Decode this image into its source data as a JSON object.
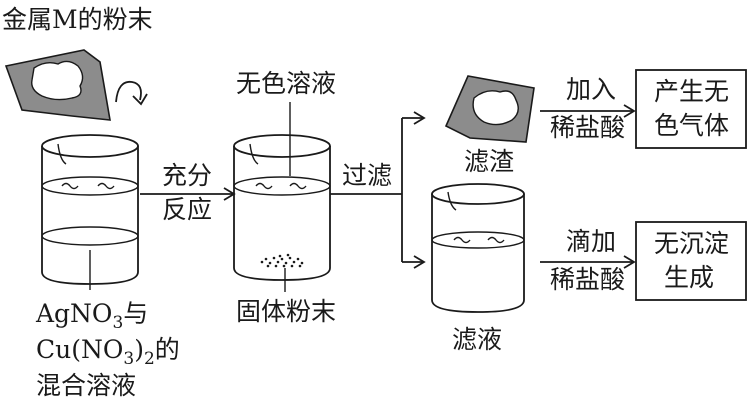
{
  "labels": {
    "metal_powder": "金属M的粉末",
    "full_reaction_line1": "充分",
    "full_reaction_line2": "反应",
    "colorless_solution": "无色溶液",
    "solid_powder": "固体粉末",
    "filtration": "过滤",
    "residue": "滤渣",
    "filtrate": "滤液",
    "add": "加入",
    "dilute_hcl_1": "稀盐酸",
    "gas_line1": "产生无",
    "gas_line2": "色气体",
    "drop_add": "滴加",
    "dilute_hcl_2": "稀盐酸",
    "no_ppt_line1": "无沉淀",
    "no_ppt_line2": "生成",
    "mixed_ag_main": "AgNO",
    "mixed_ag_sub": "3",
    "mixed_ag_tail": "与",
    "mixed_cu_main": "Cu(NO",
    "mixed_cu_sub1": "3",
    "mixed_cu_close": ")",
    "mixed_cu_sub2": "2",
    "mixed_cu_tail": "的",
    "mixed_line3": "混合溶液"
  },
  "colors": {
    "ink": "#1a1a1a",
    "paper_fill": "#8c8c8c"
  }
}
